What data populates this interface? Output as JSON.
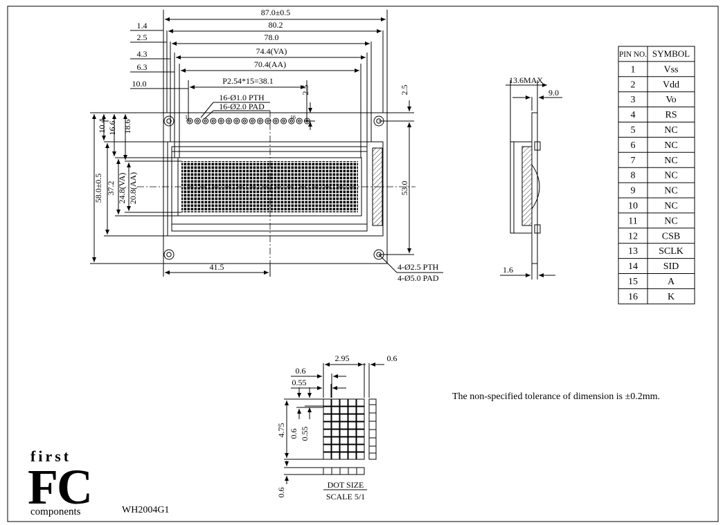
{
  "front_view": {
    "dims_top": [
      "87.0±0.5",
      "80.2",
      "78.0",
      "74.4(VA)",
      "70.4(AA)",
      "P2.54*15=38.1"
    ],
    "left_offsets": [
      "1.4",
      "2.5",
      "4.3",
      "6.3",
      "10.0"
    ],
    "pin_labels": [
      "16-Ø1.0 PTH",
      "16-Ø2.0 PAD"
    ],
    "pin_first": "1",
    "pin_last": "16",
    "dims_left_vertical": [
      "58.0±0.5",
      "37.2",
      "24.8(VA)",
      "20.8(AA)",
      "16.6",
      "10.4",
      "18.6"
    ],
    "dims_right_vertical": [
      "2.5",
      "53.0"
    ],
    "dim_2_5_inner": "2.5",
    "dim_bottom": "41.5",
    "hole_labels": [
      "4-Ø2.5 PTH",
      "4-Ø5.0 PAD"
    ]
  },
  "side_view": {
    "labels": [
      "13.6MAX",
      "9.0",
      "1.6"
    ]
  },
  "pin_table": {
    "headers": [
      "PIN NO.",
      "SYMBOL"
    ],
    "rows": [
      [
        "1",
        "Vss"
      ],
      [
        "2",
        "Vdd"
      ],
      [
        "3",
        "Vo"
      ],
      [
        "4",
        "RS"
      ],
      [
        "5",
        "NC"
      ],
      [
        "6",
        "NC"
      ],
      [
        "7",
        "NC"
      ],
      [
        "8",
        "NC"
      ],
      [
        "9",
        "NC"
      ],
      [
        "10",
        "NC"
      ],
      [
        "11",
        "NC"
      ],
      [
        "12",
        "CSB"
      ],
      [
        "13",
        "SCLK"
      ],
      [
        "14",
        "SID"
      ],
      [
        "15",
        "A"
      ],
      [
        "16",
        "K"
      ]
    ]
  },
  "dot_detail": {
    "labels_horizontal": [
      "2.95",
      "0.6",
      "0.6",
      "0.55"
    ],
    "labels_vertical": [
      "4.75",
      "0.6",
      "0.55",
      "0.6"
    ],
    "caption_1": "DOT SIZE",
    "caption_2": "SCALE 5/1"
  },
  "tolerance_note": "The non-specified tolerance of dimension is ±0.2mm.",
  "logo": {
    "line1": "first",
    "line2": "FC",
    "line3": "components",
    "color": "#1a5a8a",
    "gray": "#808890"
  },
  "model": "WH2004G1"
}
